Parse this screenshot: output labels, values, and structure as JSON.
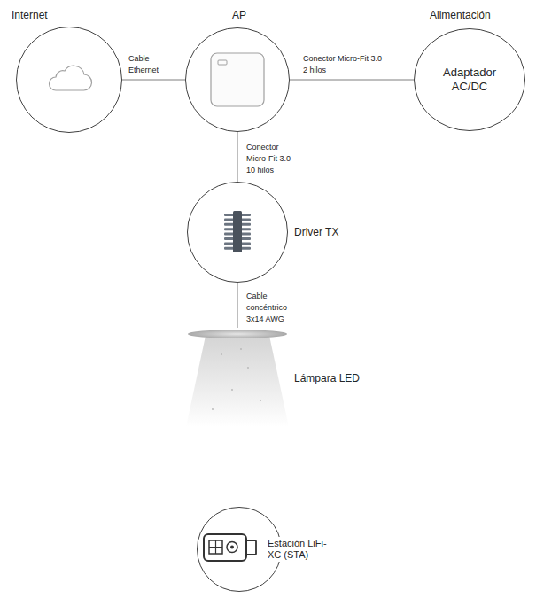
{
  "diagram": {
    "nodes": [
      {
        "text": [
          "Internet"
        ]
      },
      {
        "text": [
          "AP"
        ]
      },
      {
        "text": [
          "Alimentación",
          "Adaptador AC/DC"
        ]
      },
      {
        "text": [
          "Driver TX"
        ]
      },
      {
        "text": [
          "Lámpara LED"
        ]
      },
      {
        "text": [
          "Estación LiFi-XC (STA)"
        ]
      }
    ],
    "edges": [
      {
        "from": 0,
        "to": 1,
        "arrow": "none",
        "label": "Cable Ethernet"
      },
      {
        "from": 1,
        "to": 2,
        "arrow": "none",
        "label": "Conector Micro-Fit 3.0 2 hilos"
      },
      {
        "from": 1,
        "to": 3,
        "arrow": "none",
        "label": "Conector Micro-Fit 3.0 10 hilos"
      },
      {
        "from": 3,
        "to": 4,
        "arrow": "none",
        "label": "Cable concéntrico 3x14 AWG"
      }
    ]
  }
}
